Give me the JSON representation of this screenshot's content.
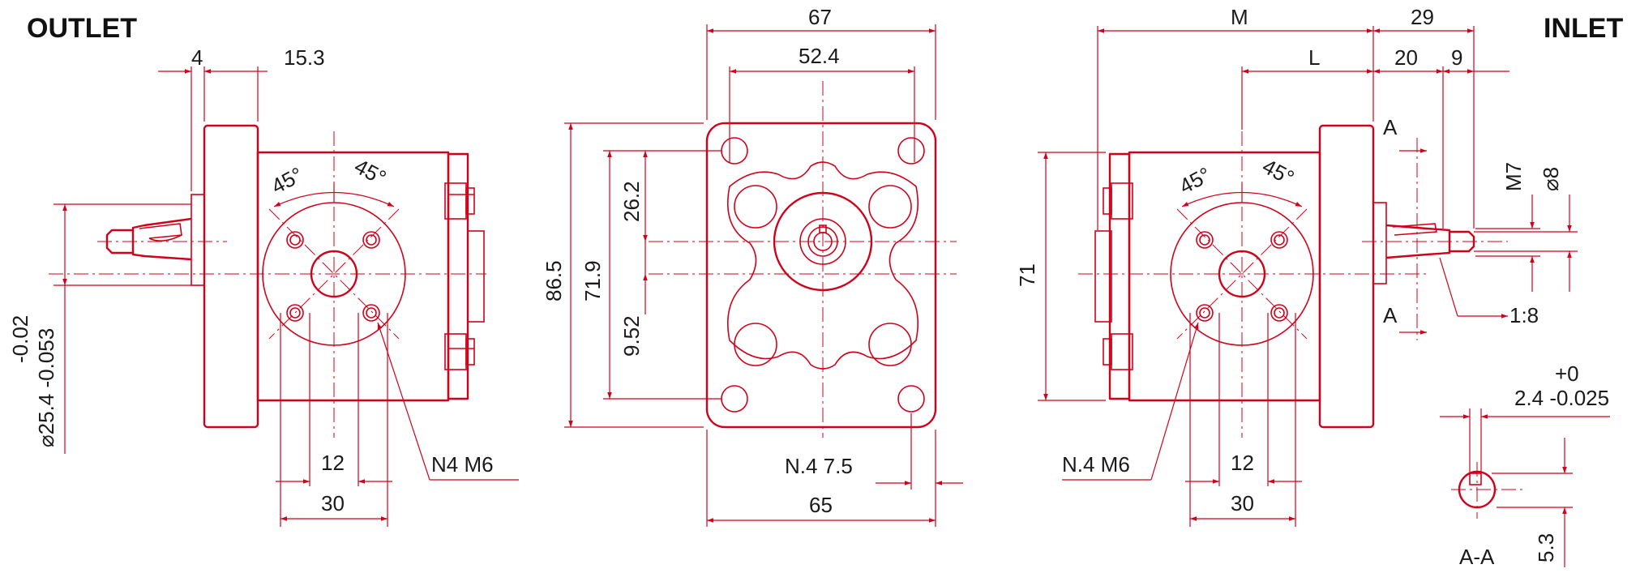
{
  "titles": {
    "outlet": "OUTLET",
    "inlet": "INLET"
  },
  "outlet_view": {
    "dim_4": "4",
    "dim_15_3": "15.3",
    "angle_left": "45°",
    "angle_right": "45°",
    "tol_upper": "-0.02",
    "dia_with_tol": "⌀25.4 -0.053",
    "dim_12": "12",
    "dim_30": "30",
    "thread": "N4  M6"
  },
  "front_view": {
    "dim_67": "67",
    "dim_52_4": "52.4",
    "dim_86_5": "86.5",
    "dim_71_9": "71.9",
    "dim_26_2": "26.2",
    "dim_9_52": "9.52",
    "holes": "N.4  7.5",
    "dim_65": "65"
  },
  "inlet_view": {
    "dim_M": "M",
    "dim_29": "29",
    "dim_L": "L",
    "dim_20": "20",
    "dim_9": "9",
    "section_mark_top": "A",
    "section_mark_bottom": "A",
    "thread_m7": "M7",
    "dia_8": "⌀8",
    "dim_71": "71",
    "angle_left": "45°",
    "angle_right": "45°",
    "taper": "1:8",
    "thread": "N.4  M6",
    "dim_12": "12",
    "dim_30": "30"
  },
  "section_aa": {
    "tol_upper": "+0",
    "key_with_tol": "2.4  -0.025",
    "dim_5_3": "5.3",
    "label": "A-A"
  },
  "colors": {
    "line": "#d0021b",
    "text": "#1a1a1a"
  }
}
